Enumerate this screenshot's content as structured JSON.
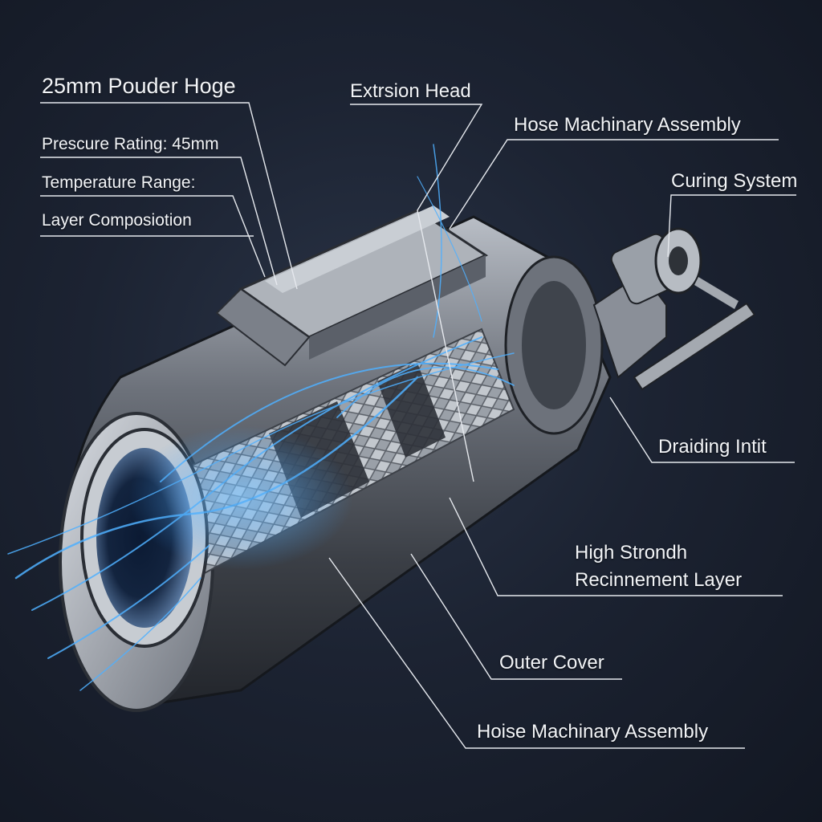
{
  "labels": {
    "hose_title": "25mm Pouder Hoge",
    "pressure": "Prescure Rating: 45mm",
    "temperature": "Temperature Range:",
    "layer": "Layer Composiotion",
    "extrusion_head": "Extrsion Head",
    "hose_machinary_top": "Hose Machinary Assembly",
    "curing_system": "Curing System",
    "braiding_unit": "Draiding Intit",
    "high_strength_line1": "High Strondh",
    "high_strength_line2": "Recinnement Layer",
    "outer_cover": "Outer Cover",
    "hose_machinary_bottom": "Hoise Machinary Assembly"
  },
  "colors": {
    "background": "#1c2332",
    "metal": "#8a8f98",
    "energy": "#3aa0ff",
    "label_text": "#f2f4f7",
    "leader_line": "#e6e9ee"
  }
}
